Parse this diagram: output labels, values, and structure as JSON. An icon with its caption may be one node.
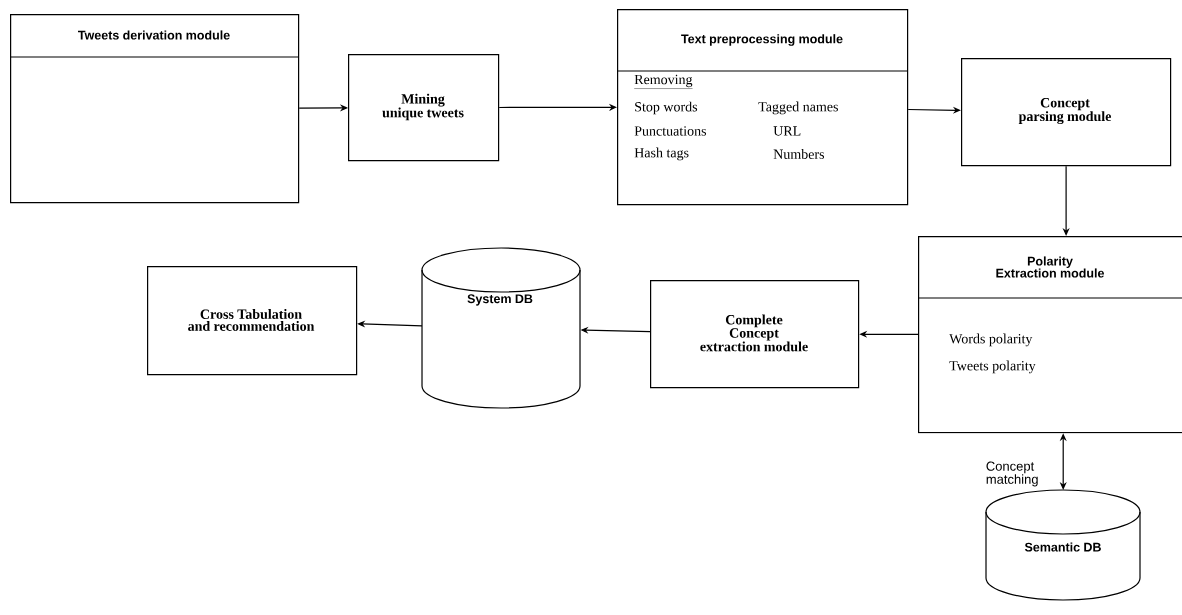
{
  "diagram": {
    "nodes": [
      {
        "text": [
          "Tweets derivation module"
        ]
      },
      {
        "text": [
          "Mining unique tweets"
        ]
      },
      {
        "text": [
          "Text preprocessing module",
          "Removing",
          "Stop words",
          "Tagged names",
          "Punctuations",
          "URL",
          "Hash tags",
          "Numbers"
        ]
      },
      {
        "text": [
          "Concept parsing module"
        ]
      },
      {
        "text": [
          "Polarity Extraction module",
          "Words polarity",
          "Tweets polarity"
        ]
      },
      {
        "text": [
          "Complete Concept extraction module"
        ]
      },
      {
        "text": [
          "System DB"
        ]
      },
      {
        "text": [
          "Cross Tabulation and recommendation"
        ]
      },
      {
        "text": [
          "Semantic DB"
        ]
      }
    ],
    "edges": [
      {
        "from": 0,
        "to": 1,
        "arrow": "to"
      },
      {
        "from": 1,
        "to": 2,
        "arrow": "to"
      },
      {
        "from": 2,
        "to": 3,
        "arrow": "to"
      },
      {
        "from": 3,
        "to": 4,
        "arrow": "to"
      },
      {
        "from": 4,
        "to": 5,
        "arrow": "to"
      },
      {
        "from": 5,
        "to": 6,
        "arrow": "to"
      },
      {
        "from": 6,
        "to": 7,
        "arrow": "to"
      },
      {
        "from": 4,
        "to": 8,
        "arrow": "both",
        "label": "Concept matching"
      }
    ]
  }
}
